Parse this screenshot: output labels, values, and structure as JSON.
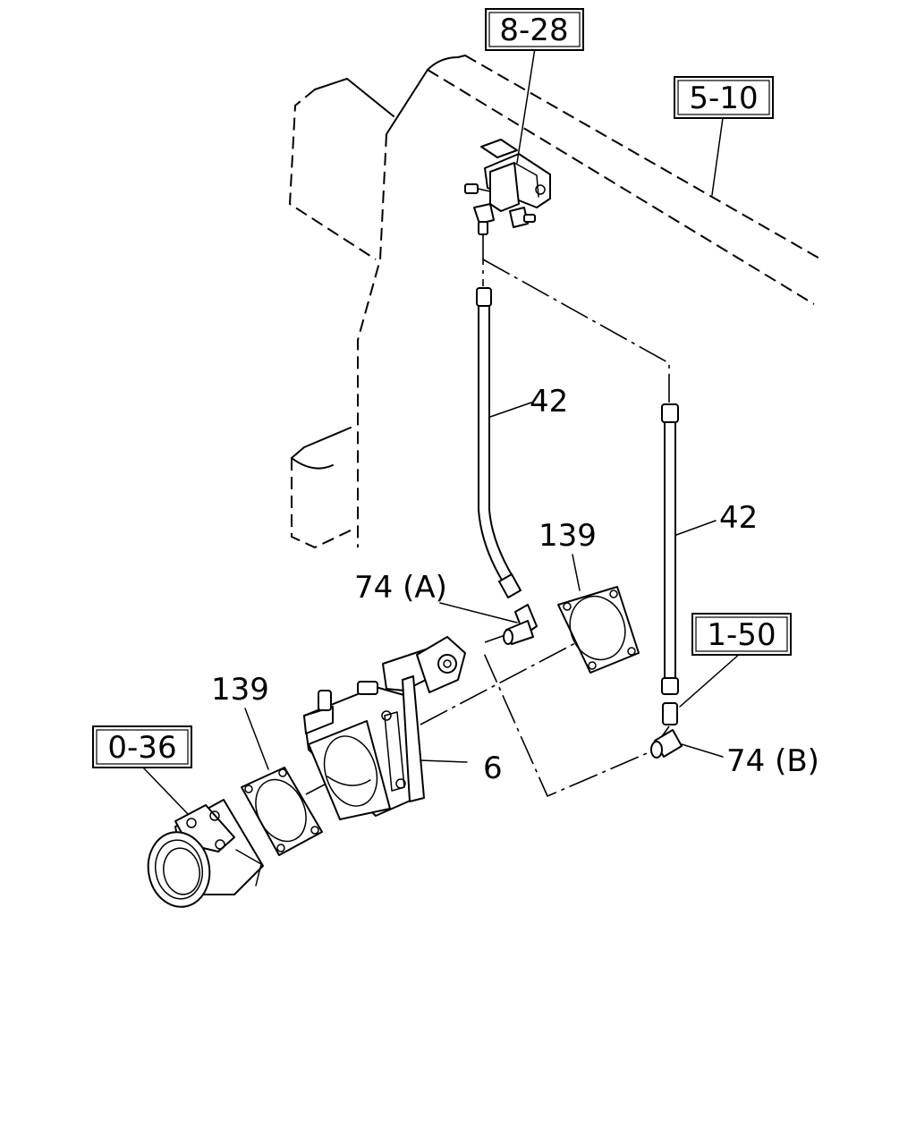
{
  "callouts": {
    "ref_8_28": "8-28",
    "ref_5_10": "5-10",
    "ref_1_50": "1-50",
    "ref_0_36": "0-36",
    "pipe_left": "42",
    "pipe_right": "42",
    "gasket_upper": "139",
    "gasket_lower": "139",
    "fitting_a": "74 (A)",
    "fitting_b": "74 (B)",
    "valve_body": "6"
  }
}
